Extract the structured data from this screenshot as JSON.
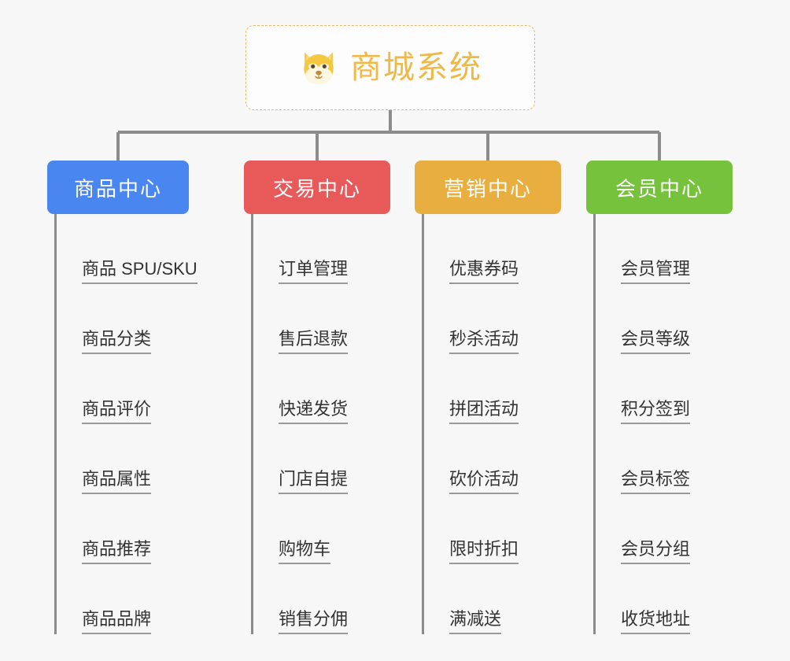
{
  "page": {
    "background": "#f7f7f7",
    "type": "mindmap"
  },
  "root": {
    "title": "商城系统",
    "icon": "shiba-dog-face-emoji",
    "text_color": "#f0b844",
    "border_color": "#e8b765",
    "border_style": "dashed"
  },
  "columns": [
    {
      "label": "商品中心",
      "color": "#4a86f0",
      "items": [
        "商品 SPU/SKU",
        "商品分类",
        "商品评价",
        "商品属性",
        "商品推荐",
        "商品品牌"
      ]
    },
    {
      "label": "交易中心",
      "color": "#e8595a",
      "items": [
        "订单管理",
        "售后退款",
        "快递发货",
        "门店自提",
        "购物车",
        "销售分佣"
      ]
    },
    {
      "label": "营销中心",
      "color": "#e8ae3f",
      "items": [
        "优惠券码",
        "秒杀活动",
        "拼团活动",
        "砍价活动",
        "限时折扣",
        "满减送"
      ]
    },
    {
      "label": "会员中心",
      "color": "#76c23c",
      "items": [
        "会员管理",
        "会员等级",
        "积分签到",
        "会员标签",
        "会员分组",
        "收货地址"
      ]
    }
  ],
  "connectors": {
    "line_color": "#8c8c8c",
    "underline_color": "#9a9a9a"
  }
}
